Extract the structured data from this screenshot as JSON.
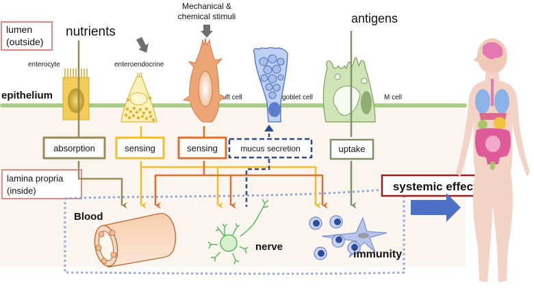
{
  "regions": {
    "lumen": {
      "line1": "lumen",
      "line2": "(outside)"
    },
    "lamina": {
      "line1": "lamina propria",
      "line2": "(inside)"
    },
    "epithelium": "epithelium"
  },
  "stimuli": {
    "nutrients": "nutrients",
    "mechanical_line1": "Mechanical &",
    "mechanical_line2": "chemical stimuli",
    "antigens": "antigens"
  },
  "cells": {
    "enterocyte": "enterocyte",
    "enteroendocrine": "enteroendocrine",
    "tuft": "tuft cell",
    "goblet": "goblet cell",
    "m_cell": "M cell"
  },
  "functions": {
    "absorption": "absorption",
    "sensing_ee": "sensing",
    "sensing_tuft": "sensing",
    "mucus": "mucus secretion",
    "uptake": "uptake"
  },
  "targets": {
    "blood": "Blood",
    "nerve": "nerve",
    "immunity": "immunity"
  },
  "systemic": "systemic effects",
  "colors": {
    "absorption": "#9a8a5a",
    "sensing_ee": "#f2bd2a",
    "sensing_tuft": "#d9702e",
    "mucus": "#2c4a8a",
    "uptake": "#7e8f6a",
    "epithelium": "#a9cc86",
    "region_border": "#d98b8b",
    "systemic_border": "#9b1c1c",
    "systemic_arrow": "#4d6fc4",
    "dotted": "#8fa3d9",
    "lamina_bg": "#faf5ef"
  }
}
